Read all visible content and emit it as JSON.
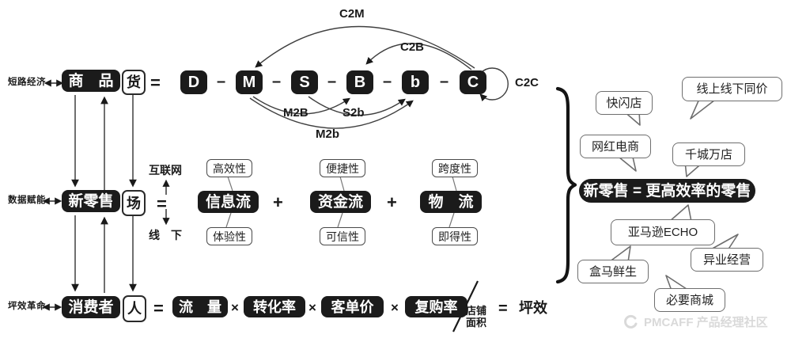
{
  "colors": {
    "ink": "#1a1a1a",
    "box_black": "#1b1b1b",
    "bubble_border": "#6e6e6e",
    "watermark_gray": "#d9d9d9"
  },
  "rows": {
    "goods": {
      "side_label": "短路经济",
      "main_box": "商　品",
      "suffix_box": "货",
      "equals": "=",
      "dash": "–",
      "letters": [
        "D",
        "M",
        "S",
        "B",
        "b",
        "C"
      ],
      "relations": {
        "c2m": "C2M",
        "c2b": "C2B",
        "c2c": "C2C",
        "m2B": "M2B",
        "s2b": "S2b",
        "m2b": "M2b"
      }
    },
    "retail": {
      "side_label": "数据赋能",
      "main_box": "新零售",
      "suffix_box": "场",
      "equals": "=",
      "above_equals": "互联网",
      "below_equals": "线　下",
      "plus": "+",
      "terms": [
        {
          "name": "信息流",
          "above": "高效性",
          "below": "体验性"
        },
        {
          "name": "资金流",
          "above": "便捷性",
          "below": "可信性"
        },
        {
          "name": "物　流",
          "above": "跨度性",
          "below": "即得性"
        }
      ]
    },
    "consumer": {
      "side_label": "坪效革命",
      "main_box": "消费者",
      "suffix_box": "人",
      "equals": "=",
      "times": "×",
      "factors": [
        "流　量",
        "转化率",
        "客单价",
        "复购率"
      ],
      "denominator_line1": "店铺",
      "denominator_line2": "面积",
      "result_equals": "=",
      "result": "坪效"
    }
  },
  "right_panel": {
    "bubbles": [
      "快闪店",
      "线上线下同价",
      "网红电商",
      "千城万店",
      "亚马逊ECHO",
      "异业经营",
      "盒马鲜生",
      "必要商城"
    ],
    "summary": "新零售 = 更高效率的零售"
  },
  "watermark": {
    "logo_icon": "swirl-logo-icon",
    "text": "PMCAFF 产品经理社区"
  }
}
